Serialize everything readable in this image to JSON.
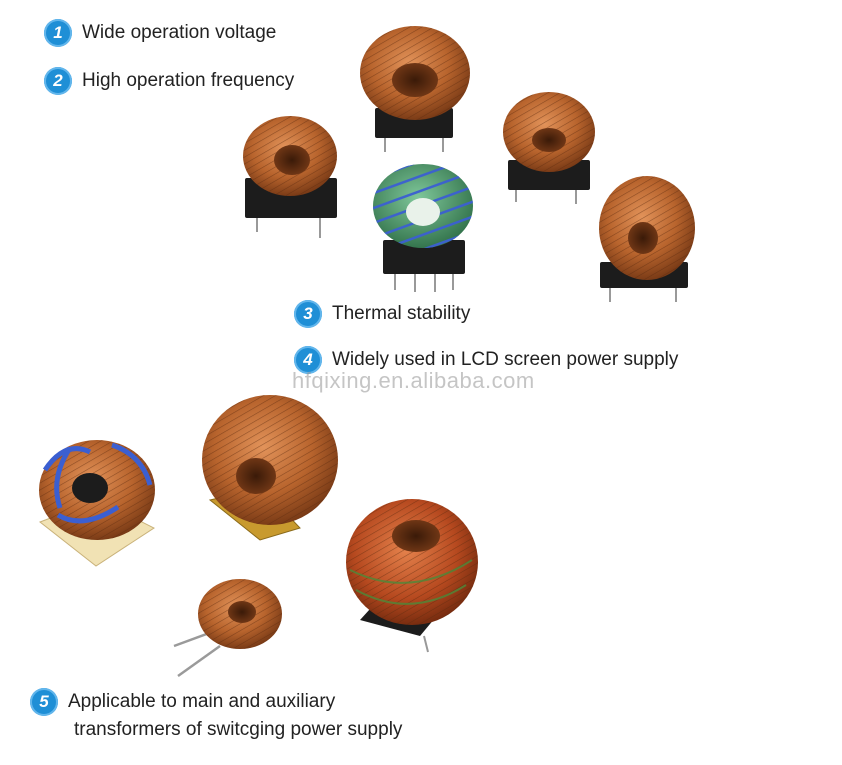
{
  "features": [
    {
      "number": "1",
      "text": "Wide operation voltage"
    },
    {
      "number": "2",
      "text": "High operation frequency"
    },
    {
      "number": "3",
      "text": "Thermal stability"
    },
    {
      "number": "4",
      "text": "Widely used in LCD screen power supply"
    },
    {
      "number": "5",
      "line1": "Applicable to main and auxiliary",
      "line2": "transformers of switcging power supply"
    }
  ],
  "watermark": "hfqixing.en.alibaba.com",
  "colors": {
    "badge": "#1f8fd6",
    "copper": "#b8642d",
    "copper_dark": "#6e3312",
    "blue_wire": "#3b5fd1",
    "green_core": "#3b8a5a",
    "base": "#1c1c1c"
  },
  "products": [
    {
      "id": "toroid-1",
      "icon": "copper-toroid-inductor"
    },
    {
      "id": "toroid-2",
      "icon": "copper-toroid-inductor"
    },
    {
      "id": "toroid-3",
      "icon": "copper-toroid-inductor"
    },
    {
      "id": "toroid-4",
      "icon": "blue-wire-toroid-inductor"
    },
    {
      "id": "toroid-5",
      "icon": "copper-toroid-inductor"
    },
    {
      "id": "toroid-6",
      "icon": "blue-wire-toroid-inductor"
    },
    {
      "id": "toroid-7",
      "icon": "copper-toroid-inductor"
    },
    {
      "id": "toroid-8",
      "icon": "copper-toroid-inductor"
    },
    {
      "id": "toroid-9",
      "icon": "common-mode-choke"
    }
  ]
}
